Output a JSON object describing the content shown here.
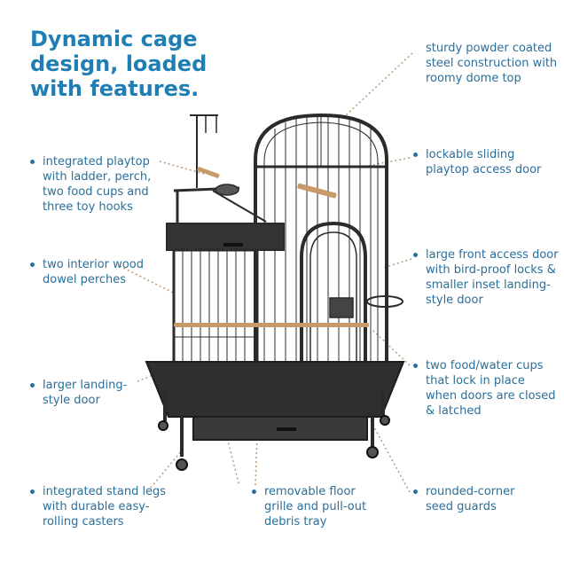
{
  "headline": "Dynamic cage design, loaded with features.",
  "colors": {
    "headline": "#1f7fb5",
    "feature_text": "#2a6f9a",
    "cage": "#2b2b2b",
    "wood": "#c89a6a"
  },
  "features": {
    "dome_top": "sturdy powder coated steel construction with roomy dome top",
    "playtop": "integrated playtop with ladder, perch, two food cups and three toy hooks",
    "sliding_door": "lockable sliding playtop access door",
    "perches": "two interior wood dowel perches",
    "front_door": "large front access door with bird-proof locks & smaller inset landing-style door",
    "landing_door": "larger landing-style door",
    "cups": "two food/water cups that lock in place when doors are closed & latched",
    "stand": "integrated stand legs with durable easy-rolling casters",
    "grille": "removable floor grille and pull-out debris tray",
    "seed_guards": "rounded-corner seed guards"
  }
}
